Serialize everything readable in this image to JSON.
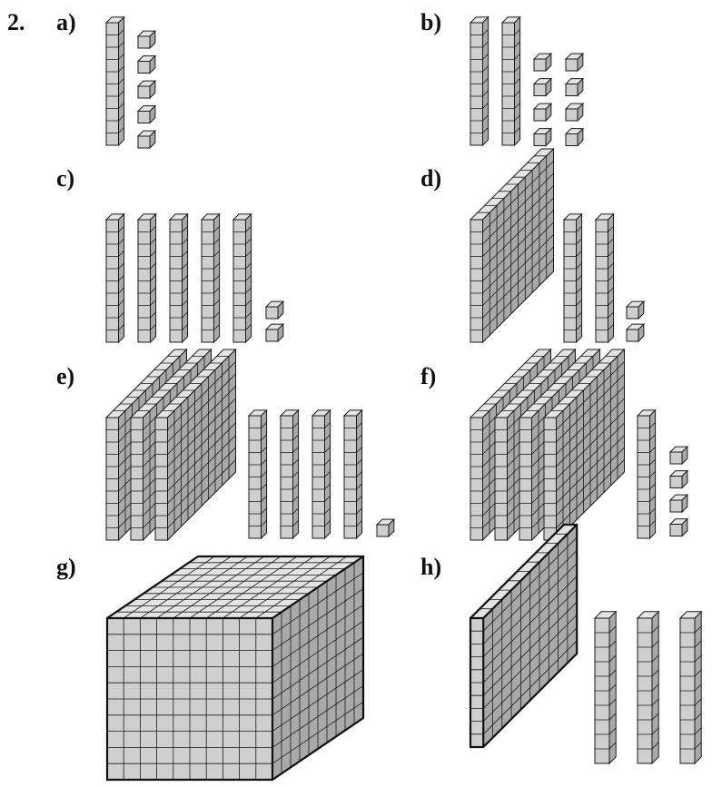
{
  "exercise": {
    "number": "2."
  },
  "parts": [
    {
      "label": "a)",
      "hundreds": 0,
      "tens": 1,
      "ones": 5
    },
    {
      "label": "b)",
      "hundreds": 0,
      "tens": 2,
      "ones": 8
    },
    {
      "label": "c)",
      "hundreds": 0,
      "tens": 5,
      "ones": 2
    },
    {
      "label": "d)",
      "hundreds": 1,
      "tens": 2,
      "ones": 2
    },
    {
      "label": "e)",
      "hundreds": 3,
      "tens": 4,
      "ones": 1
    },
    {
      "label": "f)",
      "hundreds": 4,
      "tens": 1,
      "ones": 4
    },
    {
      "label": "g)",
      "thousands": 1,
      "hundreds": 0,
      "tens": 0,
      "ones": 0
    },
    {
      "label": "h)",
      "hundreds": 1,
      "tens": 3,
      "ones": 0
    }
  ],
  "colors": {
    "front": "#cfcfcf",
    "top": "#e4e4e4",
    "side": "#a9a9a9",
    "stroke": "#1a1a1a"
  }
}
